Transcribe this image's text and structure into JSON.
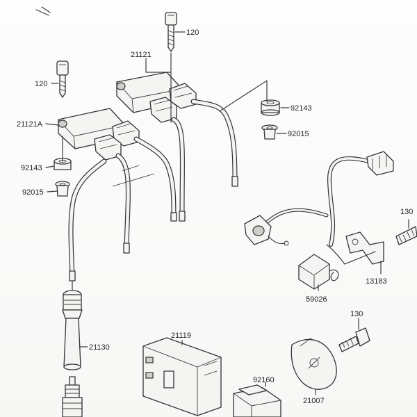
{
  "parts": [
    {
      "id": "p120a",
      "text": "120"
    },
    {
      "id": "p21121",
      "text": "21121"
    },
    {
      "id": "p120b",
      "text": "120"
    },
    {
      "id": "p21121A",
      "text": "21121A"
    },
    {
      "id": "p92143a",
      "text": "92143"
    },
    {
      "id": "p92015a",
      "text": "92015"
    },
    {
      "id": "p92143b",
      "text": "92143"
    },
    {
      "id": "p92015b",
      "text": "92015"
    },
    {
      "id": "p130a",
      "text": "130"
    },
    {
      "id": "p13183",
      "text": "13183"
    },
    {
      "id": "p59026",
      "text": "59026"
    },
    {
      "id": "p21130",
      "text": "21130"
    },
    {
      "id": "p21119",
      "text": "21119"
    },
    {
      "id": "p130b",
      "text": "130"
    },
    {
      "id": "p92160",
      "text": "92160"
    },
    {
      "id": "p21007",
      "text": "21007"
    }
  ]
}
